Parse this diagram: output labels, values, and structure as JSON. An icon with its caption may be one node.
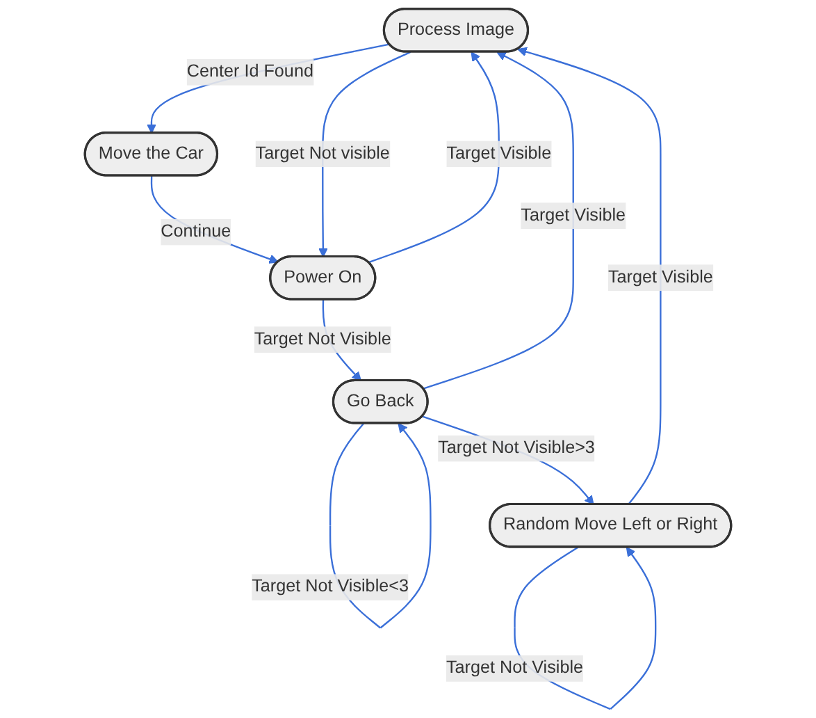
{
  "diagram": {
    "nodes": [
      {
        "text": [
          "Process Image"
        ]
      },
      {
        "text": [
          "Power On"
        ]
      },
      {
        "text": [
          "Move the Car"
        ]
      },
      {
        "text": [
          "Go Back"
        ]
      },
      {
        "text": [
          "Random Move Left or Right"
        ]
      }
    ],
    "edges": [
      {
        "from": 2,
        "to": 1,
        "arrow": "to",
        "label": "Continue"
      },
      {
        "from": 1,
        "to": 0,
        "arrow": "to",
        "label": "Target Visible"
      },
      {
        "from": 0,
        "to": 2,
        "arrow": "to",
        "label": "Center Id Found"
      },
      {
        "from": 0,
        "to": 1,
        "arrow": "to",
        "label": "Target Not visible"
      },
      {
        "from": 1,
        "to": 3,
        "arrow": "to",
        "label": "Target Not Visible"
      },
      {
        "from": 3,
        "to": 0,
        "arrow": "to",
        "label": "Target Visible"
      },
      {
        "from": 4,
        "to": 0,
        "arrow": "to",
        "label": "Target Visible"
      },
      {
        "from": 3,
        "to": 4,
        "arrow": "to",
        "label": "Target Not Visible>3"
      },
      {
        "from": 3,
        "to": 3,
        "arrow": "to",
        "label": "Target Not Visible<3"
      },
      {
        "from": 4,
        "to": 4,
        "arrow": "to",
        "label": "Target Not Visible"
      }
    ]
  }
}
